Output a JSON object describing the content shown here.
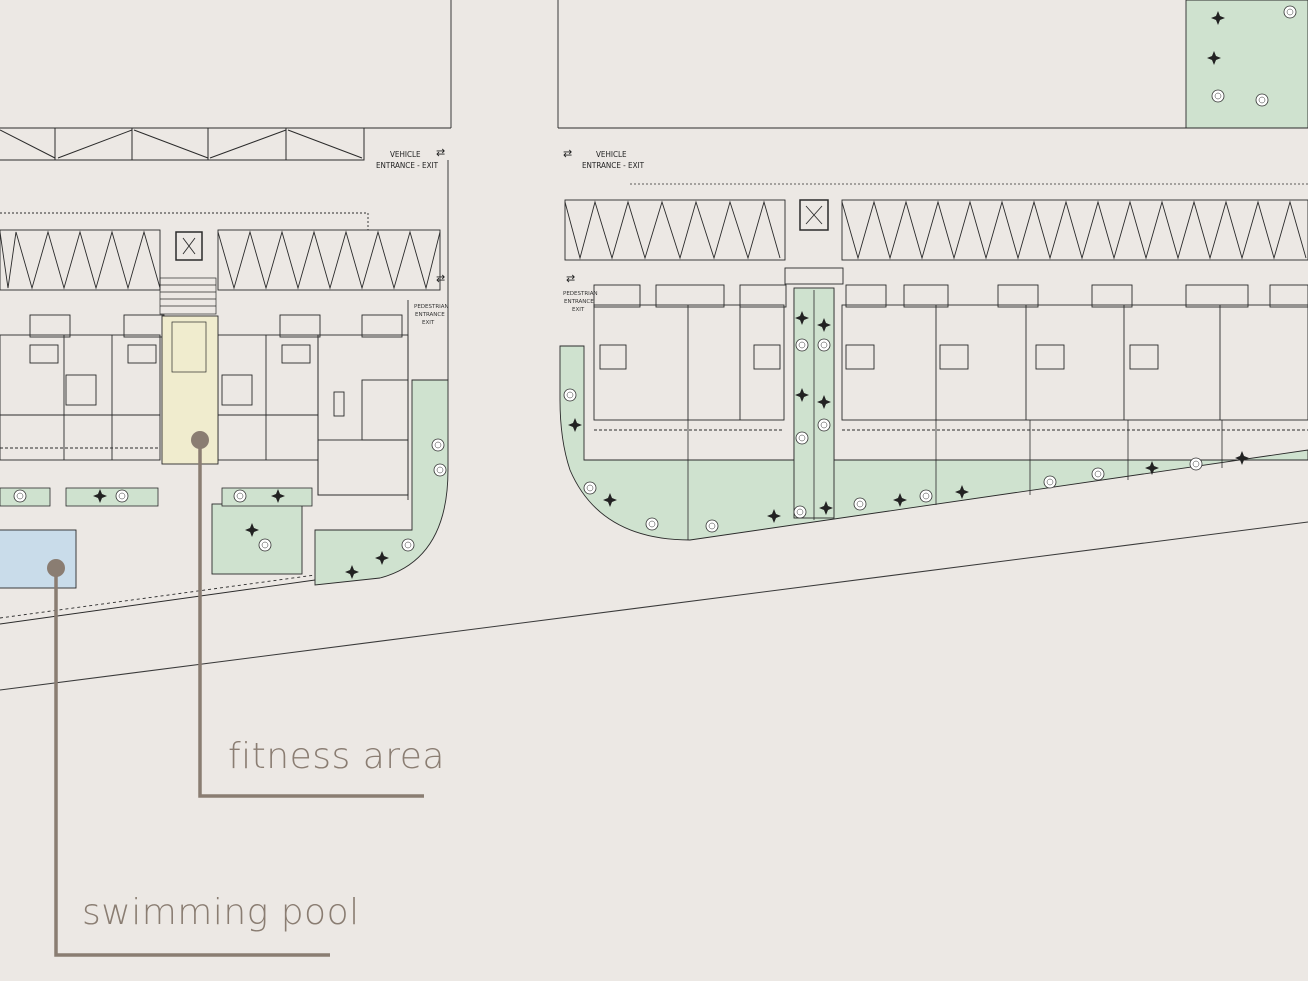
{
  "colors": {
    "background": "#ece8e4",
    "landscape": "#cfe2cf",
    "fitness": "#f0ecce",
    "pool": "#c9dcea",
    "callout": "#8a7d72",
    "linework": "#2b2b2b"
  },
  "signs": {
    "vehicle_left_1": "VEHICLE",
    "vehicle_left_2": "ENTRANCE - EXIT",
    "vehicle_right_1": "VEHICLE",
    "vehicle_right_2": "ENTRANCE - EXIT",
    "ped_left_1": "PEDESTRIAN",
    "ped_left_2": "ENTRANCE",
    "ped_left_3": "EXIT",
    "ped_right_1": "PEDESTRIAN",
    "ped_right_2": "ENTRANCE",
    "ped_right_3": "EXIT"
  },
  "callouts": {
    "fitness": "fitness area",
    "pool": "swimming pool"
  }
}
